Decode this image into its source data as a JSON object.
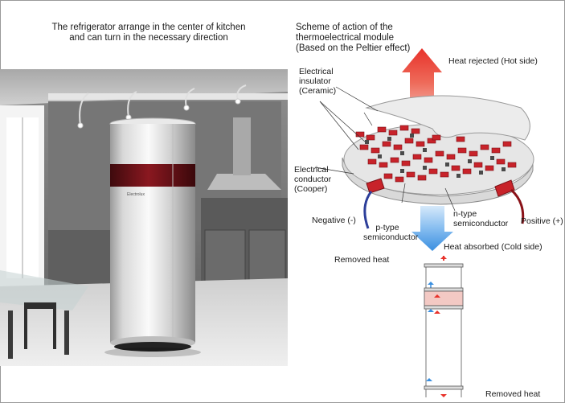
{
  "left_caption": {
    "line1": "The refrigerator arrange in the center of kitchen",
    "line2": "and can turn in the necessary direction"
  },
  "scheme": {
    "title_lines": [
      "Scheme of action of the",
      "thermoelectrical module",
      "(Based on the Peltier effect)"
    ],
    "labels": {
      "heat_rejected": "Heat rejected (Hot side)",
      "insulator": [
        "Electrical",
        "insulator",
        "(Ceramic)"
      ],
      "conductor": [
        "Electrical",
        "conductor",
        "(Cooper)"
      ],
      "negative": "Negative (-)",
      "positive": "Positive (+)",
      "p_type": [
        "p-type",
        "semiconductor"
      ],
      "n_type": [
        "n-type",
        "semiconductor"
      ],
      "heat_absorbed": "Heat absorbed (Cold side)"
    }
  },
  "module_labels": {
    "removed_heat_top": "Removed heat",
    "removed_heat_bottom": "Removed heat"
  },
  "photo_brand": "Electrolux",
  "colors": {
    "hot_arrow": "#e8322b",
    "cold_arrow": "#3a8fe0",
    "element_red": "#c8232a",
    "band_dark_red": "#6e1016",
    "pink_band": "#f3c9c4"
  }
}
